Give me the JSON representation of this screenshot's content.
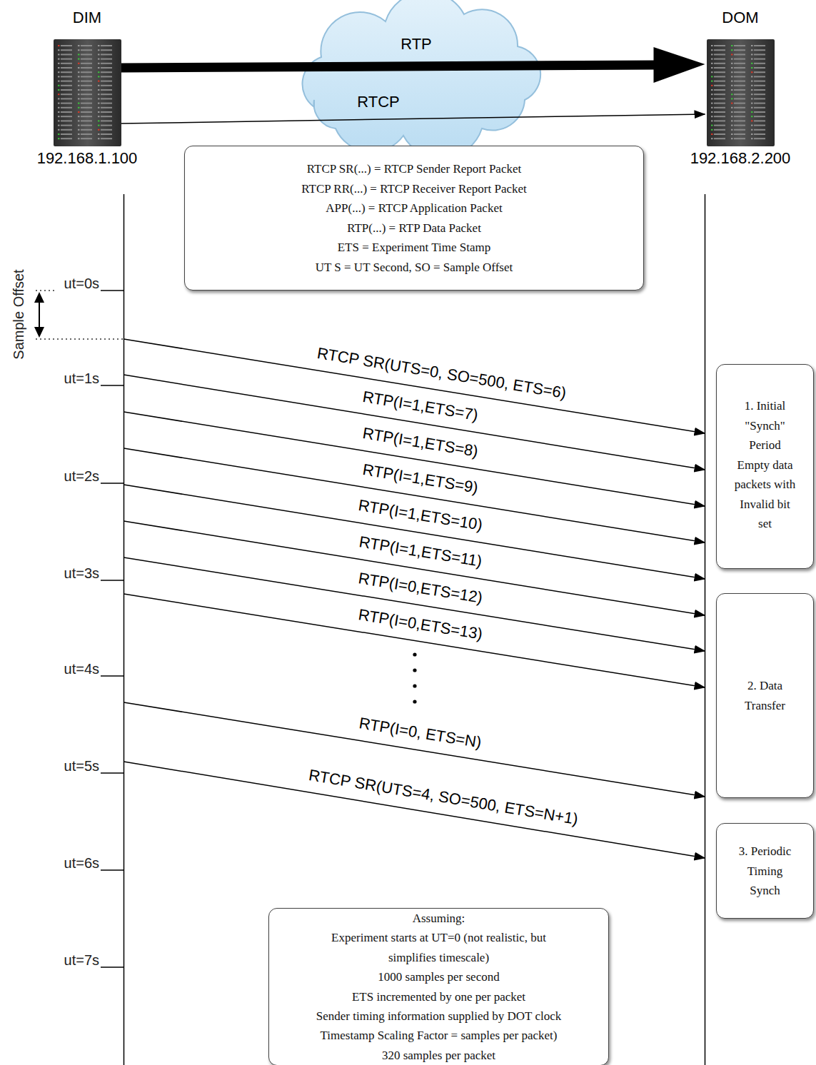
{
  "diagram": {
    "nodes": [
      {
        "text": [
          "DIM",
          "192.168.1.100"
        ]
      },
      {
        "text": [
          "DOM",
          "192.168.2.200"
        ]
      },
      {
        "text": [
          "RTCP SR(...) = RTCP Sender Report Packet",
          "RTCP RR(...) = RTCP Receiver Report Packet",
          "APP(...) = RTCP Application Packet",
          "RTP(...) = RTP Data Packet",
          "ETS = Experiment Time Stamp",
          "UT S = UT Second, SO = Sample Offset"
        ]
      },
      {
        "text": [
          "1. Initial \"Synch\" Period Empty data packets with Invalid bit set"
        ]
      },
      {
        "text": [
          "2. Data Transfer"
        ]
      },
      {
        "text": [
          "3. Periodic Timing Synch"
        ]
      },
      {
        "text": [
          "Assuming:",
          "Experiment starts at UT=0 (not realistic, but simplifies timescale)",
          "1000 samples per second",
          "ETS incremented by one per packet",
          "Sender timing information supplied by DOT clock",
          "Timestamp Scaling Factor = samples per packet)",
          "320 samples per packet"
        ]
      }
    ],
    "edges": [
      {
        "from": 0,
        "to": 1,
        "arrow": "to",
        "label": "RTP"
      },
      {
        "from": 0,
        "to": 1,
        "arrow": "to",
        "label": "RTCP"
      },
      {
        "from": 0,
        "to": 1,
        "arrow": "to",
        "label": "RTCP SR(UTS=0, SO=500, ETS=6)"
      },
      {
        "from": 0,
        "to": 1,
        "arrow": "to",
        "label": "RTP(I=1,ETS=7)"
      },
      {
        "from": 0,
        "to": 1,
        "arrow": "to",
        "label": "RTP(I=1,ETS=8)"
      },
      {
        "from": 0,
        "to": 1,
        "arrow": "to",
        "label": "RTP(I=1,ETS=9)"
      },
      {
        "from": 0,
        "to": 1,
        "arrow": "to",
        "label": "RTP(I=1,ETS=10)"
      },
      {
        "from": 0,
        "to": 1,
        "arrow": "to",
        "label": "RTP(I=1,ETS=11)"
      },
      {
        "from": 0,
        "to": 1,
        "arrow": "to",
        "label": "RTP(I=0,ETS=12)"
      },
      {
        "from": 0,
        "to": 1,
        "arrow": "to",
        "label": "RTP(I=0,ETS=13)"
      },
      {
        "from": 0,
        "to": 1,
        "arrow": "to",
        "label": "RTP(I=0, ETS=N)"
      },
      {
        "from": 0,
        "to": 1,
        "arrow": "to",
        "label": "RTCP SR(UTS=4, SO=500, ETS=N+1)"
      }
    ],
    "labels": [
      "Sample Offset",
      "ut=0s",
      "ut=1s",
      "ut=2s",
      "ut=3s",
      "ut=4s",
      "ut=5s",
      "ut=6s",
      "ut=7s"
    ]
  }
}
